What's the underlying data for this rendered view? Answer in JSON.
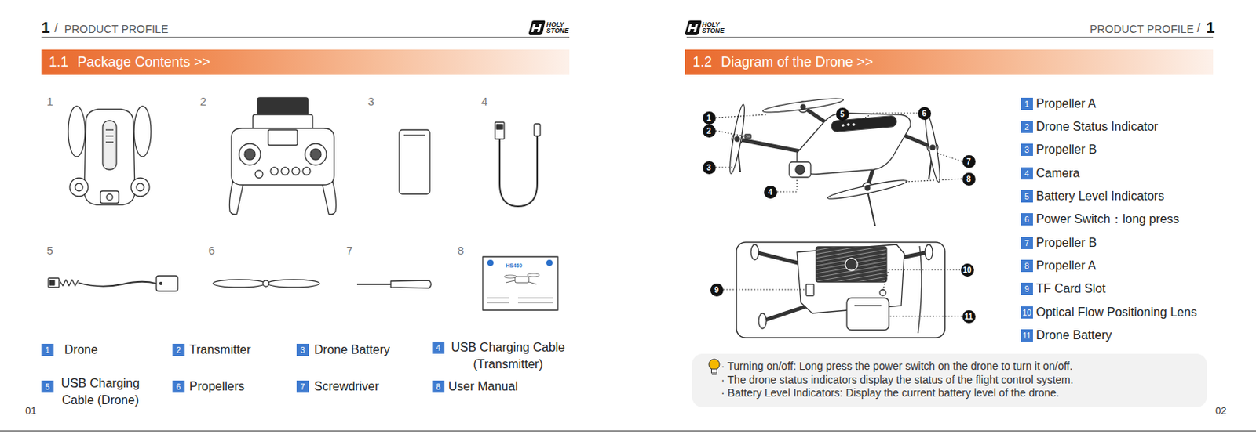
{
  "diagram": {
    "nodes": [
      {
        "text": [
          "1.1",
          "Package Contents >>"
        ]
      },
      {
        "text": [
          "1.2",
          "Diagram of the Drone >>"
        ]
      },
      {
        "text": [
          "· Turning on/off: Long press the power switch on the drone to turn it on/off.",
          "· The drone status indicators display the status of the flight control system.",
          "· Battery Level Indicators: Display the current battery level of the drone."
        ]
      }
    ],
    "labels": [
      "1",
      "/",
      "PRODUCT PROFILE",
      "HOLY STONE",
      "1",
      "2",
      "3",
      "4",
      "5",
      "6",
      "7",
      "8",
      "HS460",
      "1",
      "Drone",
      "2",
      "Transmitter",
      "3",
      "Drone Battery",
      "4",
      "USB Charging Cable (Transmitter)",
      "5",
      "USB Charging Cable (Drone)",
      "6",
      "Propellers",
      "7",
      "Screwdriver",
      "8",
      "User Manual",
      "01",
      "HOLY STONE",
      "PRODUCT PROFILE",
      "/",
      "1",
      "1",
      "2",
      "3",
      "4",
      "5",
      "6",
      "7",
      "8",
      "9",
      "10",
      "11",
      "1",
      "Propeller A",
      "2",
      "Drone Status Indicator",
      "3",
      "Propeller B",
      "4",
      "Camera",
      "5",
      "Battery Level Indicators",
      "6",
      "Power Switch：long press",
      "7",
      "Propeller B",
      "8",
      "Propeller A",
      "9",
      "TF Card Slot",
      "10",
      "Optical Flow Positioning Lens",
      "11",
      "Drone Battery",
      "02"
    ]
  }
}
